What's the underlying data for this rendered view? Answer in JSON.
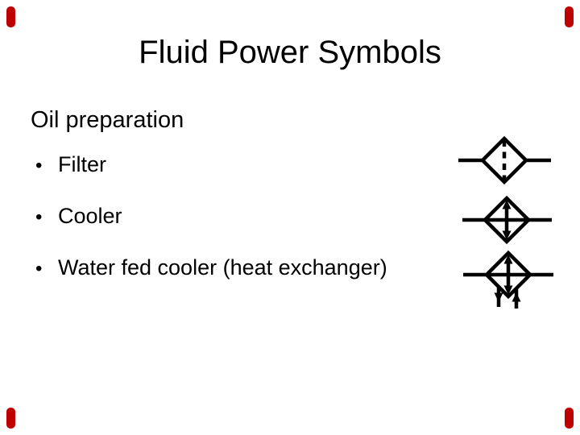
{
  "slide": {
    "title": "Fluid Power Symbols",
    "section_heading": "Oil preparation",
    "bullet_char": "•",
    "bullets": [
      {
        "label": "Filter"
      },
      {
        "label": "Cooler"
      },
      {
        "label": "Water fed cooler (heat exchanger)"
      }
    ],
    "symbols": [
      {
        "name": "filter-symbol",
        "description": "diamond with dashed vertical line and side port lines"
      },
      {
        "name": "cooler-symbol",
        "description": "diamond with vertical double-headed arrow on a through flow line"
      },
      {
        "name": "water-fed-cooler-symbol",
        "description": "diamond with double-headed arrow plus coolant inlet and outlet arrows below"
      }
    ],
    "colors": {
      "background": "#ffffff",
      "text": "#000000",
      "symbol_stroke": "#000000",
      "corner_accent": "#bf0000"
    }
  }
}
